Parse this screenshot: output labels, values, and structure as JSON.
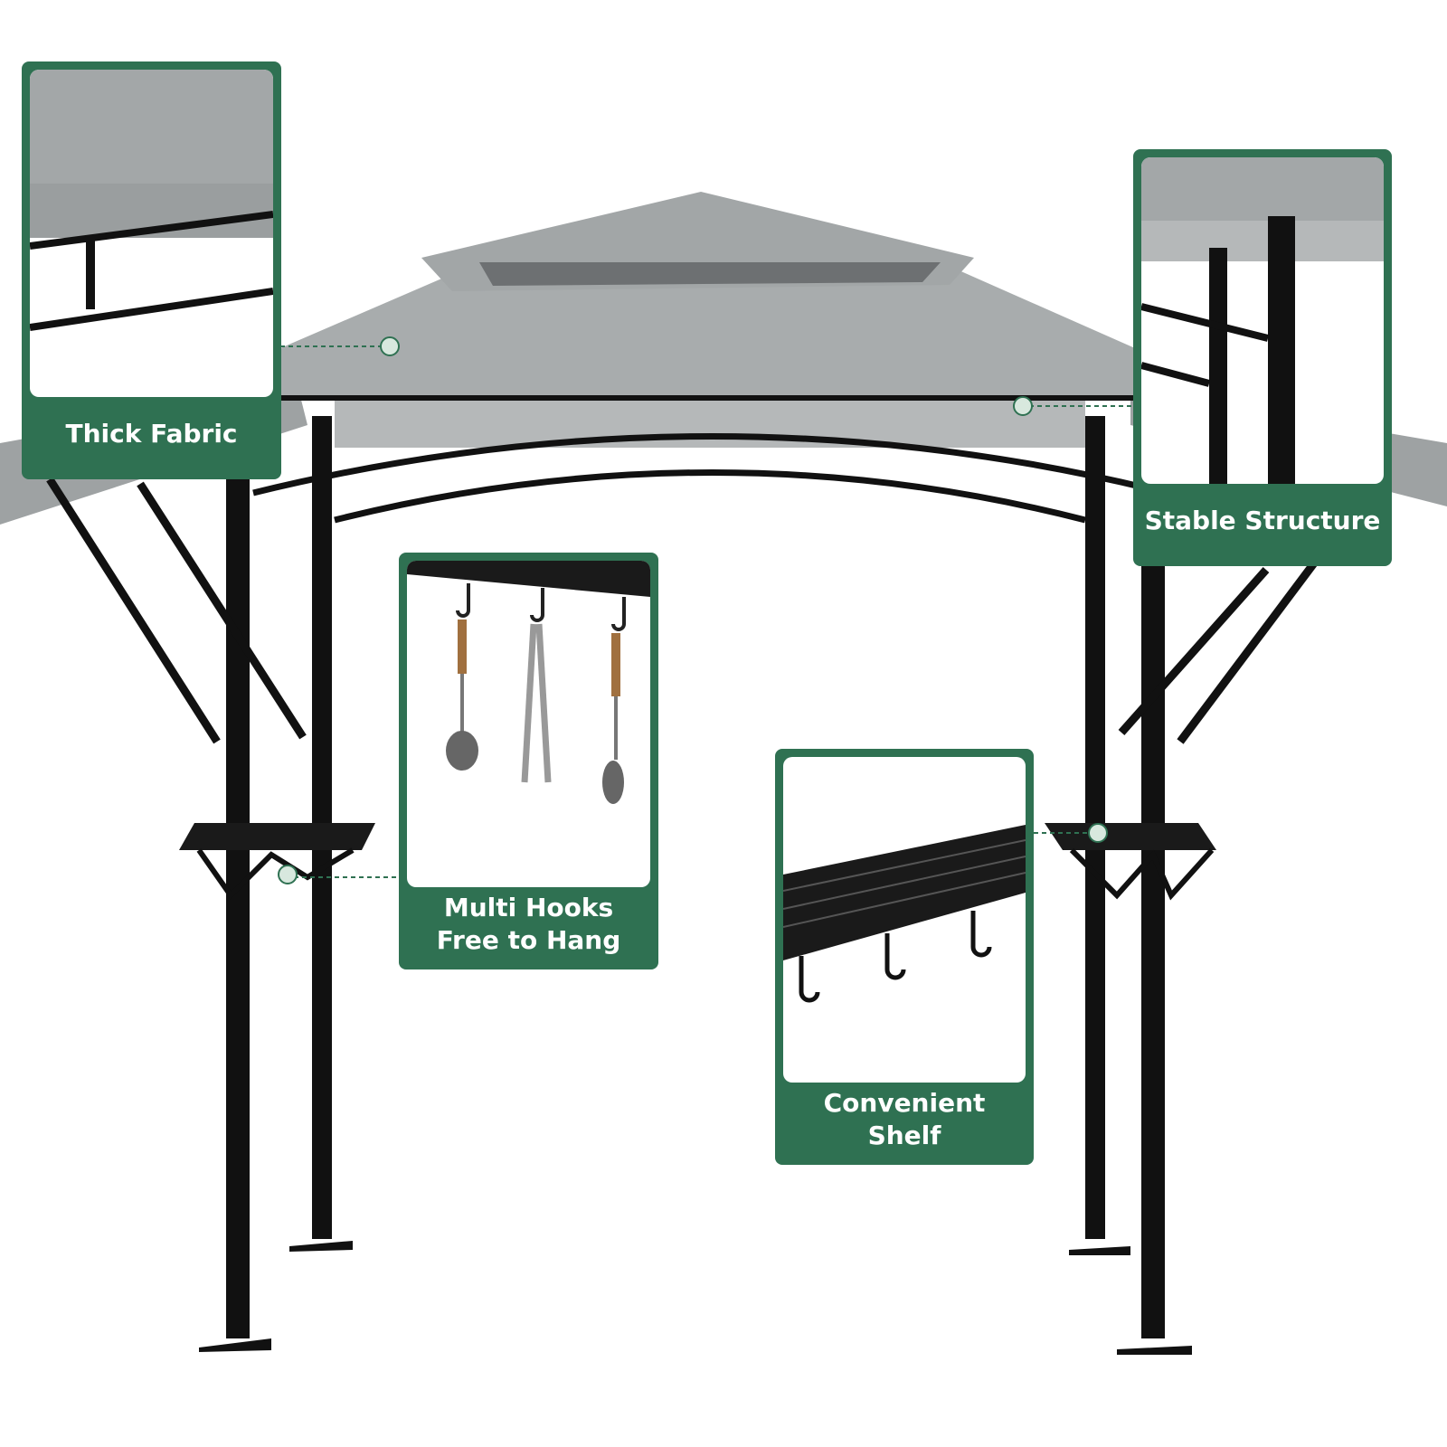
{
  "callouts": {
    "thick_fabric": {
      "label": "Thick Fabric"
    },
    "stable_structure": {
      "label": "Stable Structure"
    },
    "multi_hooks": {
      "line1": "Multi Hooks",
      "line2": "Free to Hang"
    },
    "convenient_shelf": {
      "label": "Convenient Shelf"
    }
  },
  "colors": {
    "accent_green": "#2f7152",
    "canopy_gray": "#a5a9aa",
    "frame_black": "#111111"
  }
}
